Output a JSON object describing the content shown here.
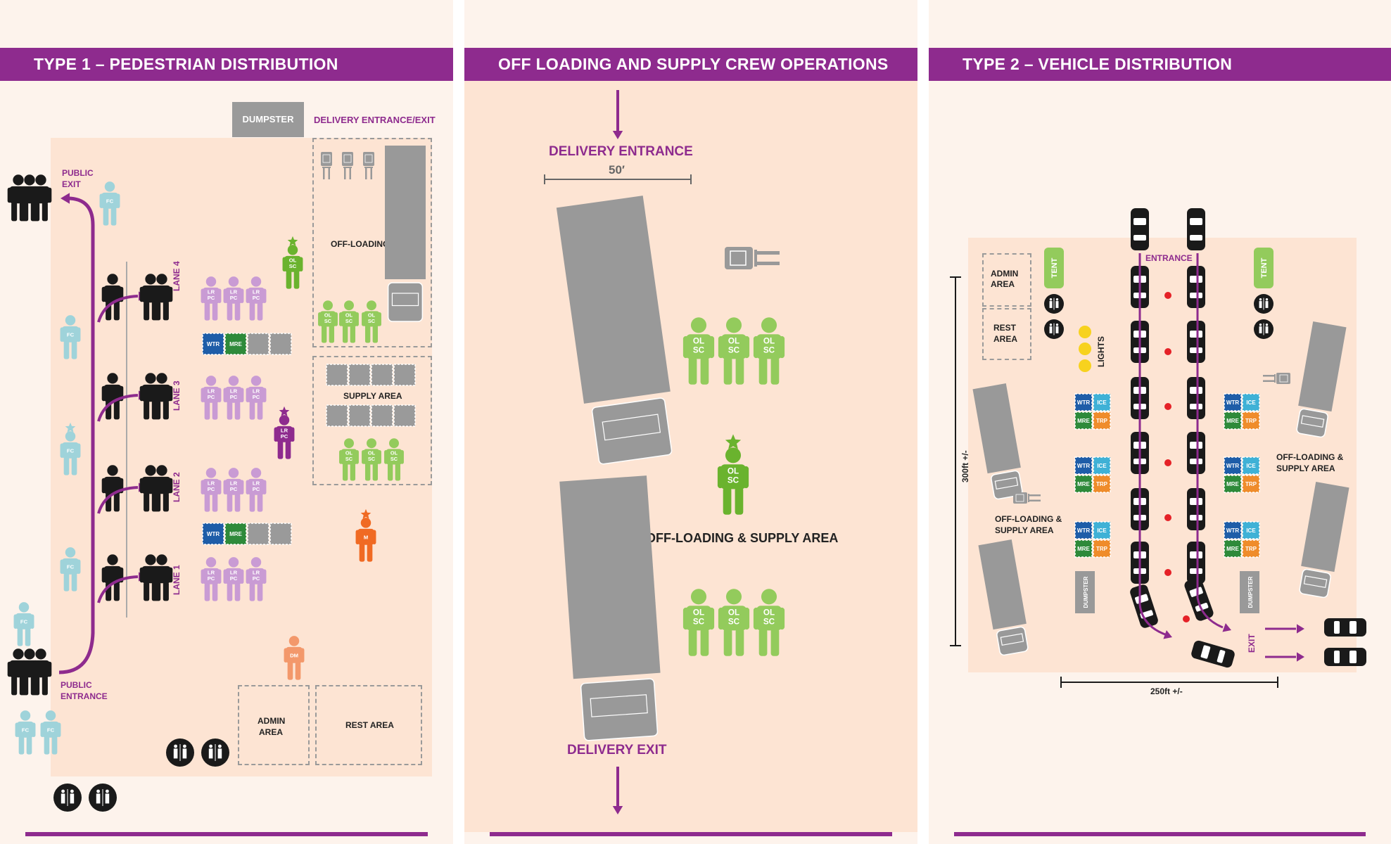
{
  "panels": {
    "type1": {
      "title": "TYPE 1 – PEDESTRIAN DISTRIBUTION",
      "dumpster": "DUMPSTER",
      "delivery": "DELIVERY ENTRANCE/EXIT",
      "public_exit": [
        "PUBLIC",
        "EXIT"
      ],
      "public_entrance": [
        "PUBLIC",
        "ENTRANCE"
      ],
      "offloading": "OFF-LOADING AREA",
      "supply": "SUPPLY AREA",
      "admin": [
        "ADMIN",
        "AREA"
      ],
      "rest": "REST AREA",
      "lanes": [
        "LANE 4",
        "LANE 3",
        "LANE 2",
        "LANE 1"
      ]
    },
    "center": {
      "title": "OFF LOADING AND SUPPLY CREW OPERATIONS",
      "delivery_entrance": "DELIVERY ENTRANCE",
      "dimension": "50′",
      "area": "OFF-LOADING & SUPPLY AREA",
      "delivery_exit": "DELIVERY EXIT"
    },
    "type2": {
      "title": "TYPE 2 – VEHICLE DISTRIBUTION",
      "admin": [
        "ADMIN",
        "AREA"
      ],
      "rest": [
        "REST",
        "AREA"
      ],
      "tent": "TENT",
      "entrance": "ENTRANCE",
      "lights": "LIGHTS",
      "exit": "EXIT",
      "dumpster": "DUMPSTER",
      "offloading_left": [
        "OFF-LOADING &",
        "SUPPLY AREA"
      ],
      "offloading_right": [
        "OFF-LOADING &",
        "SUPPLY AREA"
      ],
      "height_dim": "300ft +/-",
      "width_dim": "250ft +/-"
    }
  },
  "badges": {
    "fc": "FC",
    "olsc": [
      "OL",
      "SC"
    ],
    "lrpc": [
      "LR",
      "PC"
    ],
    "m": "M",
    "dm": "DM",
    "wtr": "WTR",
    "mre": "MRE",
    "ice": "ICE",
    "tarp": "TRP"
  },
  "colors": {
    "purple": "#8e2b8e",
    "bg": "#fdf3ec",
    "area": "#fde4d3",
    "fc": "#9fd3da",
    "fc_lead": "#1aa3a8",
    "olsc": "#93cb5c",
    "olsc_lead": "#6ab32e",
    "lrpc": "#c99bd4",
    "lrpc_lead": "#8e2b8e",
    "m": "#f06a23",
    "dm": "#f3986b",
    "wtr": "#1e5da8",
    "mre": "#2e8a3a",
    "ice": "#3fb1d6",
    "tarp": "#ef8c2b",
    "gray": "#9a9a9a"
  }
}
